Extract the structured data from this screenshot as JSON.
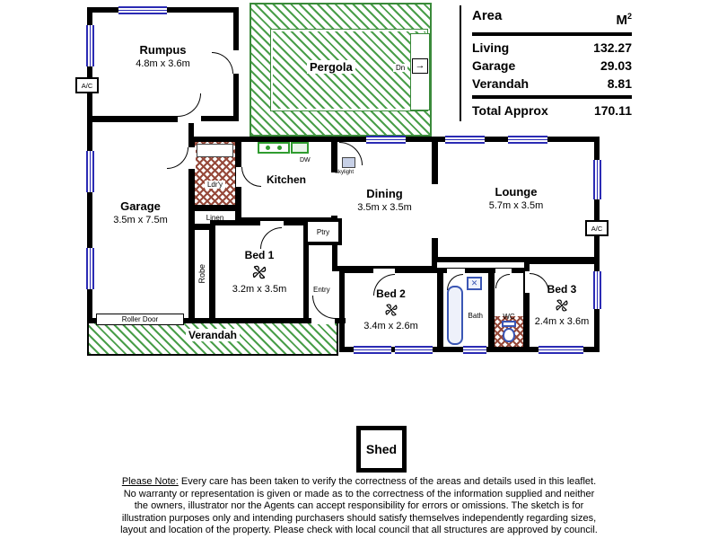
{
  "area_table": {
    "header": {
      "label": "Area",
      "unit": "M",
      "unit_sup": "2"
    },
    "rows": [
      {
        "label": "Living",
        "value": "132.27"
      },
      {
        "label": "Garage",
        "value": "29.03"
      },
      {
        "label": "Verandah",
        "value": "8.81"
      }
    ],
    "total": {
      "label": "Total Approx",
      "value": "170.11"
    }
  },
  "rooms": {
    "rumpus": {
      "name": "Rumpus",
      "dims": "4.8m x 3.6m"
    },
    "pergola": {
      "name": "Pergola",
      "down_label": "Dn"
    },
    "garage": {
      "name": "Garage",
      "dims": "3.5m x 7.5m",
      "roller_door": "Roller Door"
    },
    "laundry": {
      "name": "Ldr'y"
    },
    "linen": {
      "name": "Linen"
    },
    "kitchen": {
      "name": "Kitchen",
      "dw": "DW",
      "skylight": "Skylight"
    },
    "pantry": {
      "name": "Ptry"
    },
    "dining": {
      "name": "Dining",
      "dims": "3.5m x 3.5m"
    },
    "lounge": {
      "name": "Lounge",
      "dims": "5.7m x 3.5m"
    },
    "bed1": {
      "name": "Bed 1",
      "dims": "3.2m x 3.5m"
    },
    "robe": {
      "name": "Robe"
    },
    "entry": {
      "name": "Entry"
    },
    "bed2": {
      "name": "Bed 2",
      "dims": "3.4m x 2.6m"
    },
    "bath": {
      "name": "Bath"
    },
    "wc": {
      "name": "WC"
    },
    "bed3": {
      "name": "Bed 3",
      "dims": "2.4m x 3.6m"
    },
    "verandah": {
      "name": "Verandah"
    },
    "shed": {
      "name": "Shed"
    },
    "ac": {
      "label": "A/C"
    }
  },
  "icons": {
    "dn_arrow": "→",
    "basin_cross": "✕"
  },
  "colors": {
    "wall": "#000000",
    "window": "#2b2bb4",
    "hatch_green": "#4a9e4a",
    "hatch_maroon": "#96493a",
    "fixture_blue": "#3a56b4"
  },
  "disclaimer": {
    "note_label": "Please Note:",
    "lines": [
      "Every care has been taken to verify the correctness of the areas and details used in this leaflet.",
      "No warranty or  representation is  given or made as to the correctness of the information supplied and  neither",
      "the  owners, illustrator nor the  Agents can  accept responsibility  for errors or  omissions.   The  sketch is  for",
      "illustration  purposes  only  and   intending purchasers should satisfy themselves independently regarding  sizes,",
      "layout  and  location of the property. Please check  with local council that all structures are approved by council."
    ]
  }
}
